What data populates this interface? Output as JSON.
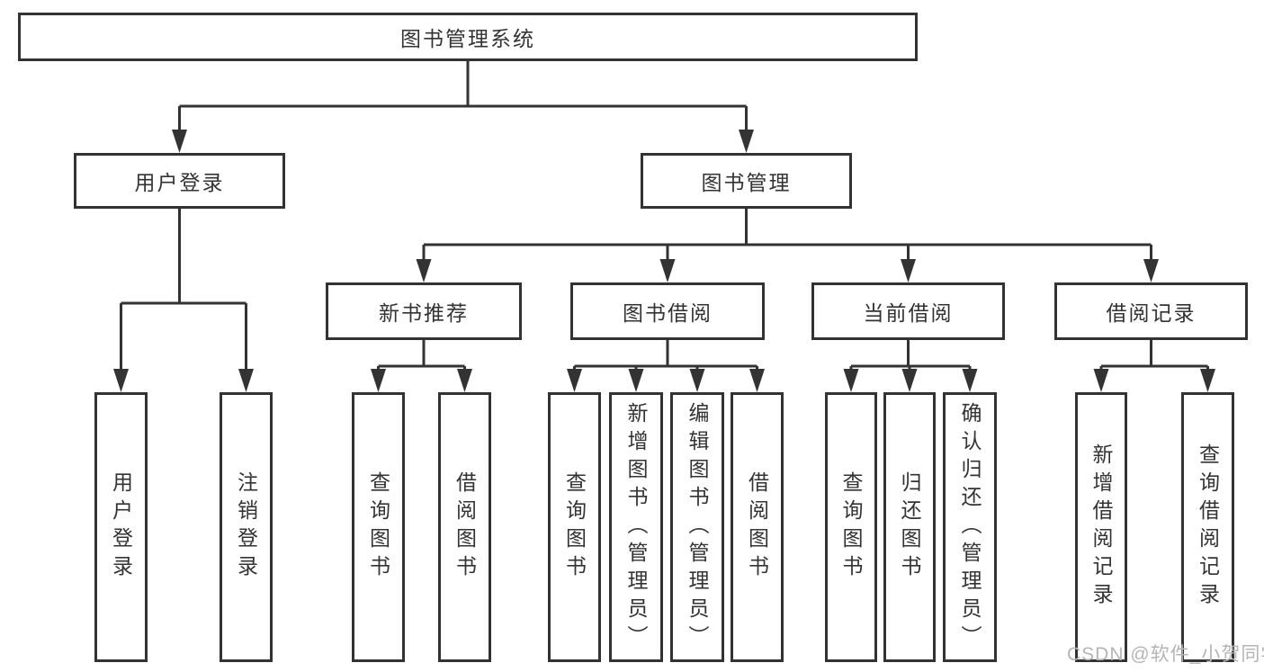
{
  "diagram": {
    "root": {
      "label": "图书管理系统"
    },
    "branches": [
      {
        "label": "用户登录",
        "children": [
          {
            "label": "用户登录"
          },
          {
            "label": "注销登录"
          }
        ]
      },
      {
        "label": "图书管理",
        "children": [
          {
            "label": "新书推荐",
            "children": [
              {
                "label": "查询图书"
              },
              {
                "label": "借阅图书"
              }
            ]
          },
          {
            "label": "图书借阅",
            "children": [
              {
                "label": "查询图书"
              },
              {
                "label": "新增图书（管理员）"
              },
              {
                "label": "编辑图书（管理员）"
              },
              {
                "label": "借阅图书"
              }
            ]
          },
          {
            "label": "当前借阅",
            "children": [
              {
                "label": "查询图书"
              },
              {
                "label": "归还图书"
              },
              {
                "label": "确认归还（管理员）"
              }
            ]
          },
          {
            "label": "借阅记录",
            "children": [
              {
                "label": "新增借阅记录"
              },
              {
                "label": "查询借阅记录"
              }
            ]
          }
        ]
      }
    ],
    "colors": {
      "line": "#333333",
      "text": "#333333",
      "box_background": "#ffffff",
      "watermark": "#b5b5b5"
    },
    "watermark": "CSDN @软件_小贺同学"
  }
}
